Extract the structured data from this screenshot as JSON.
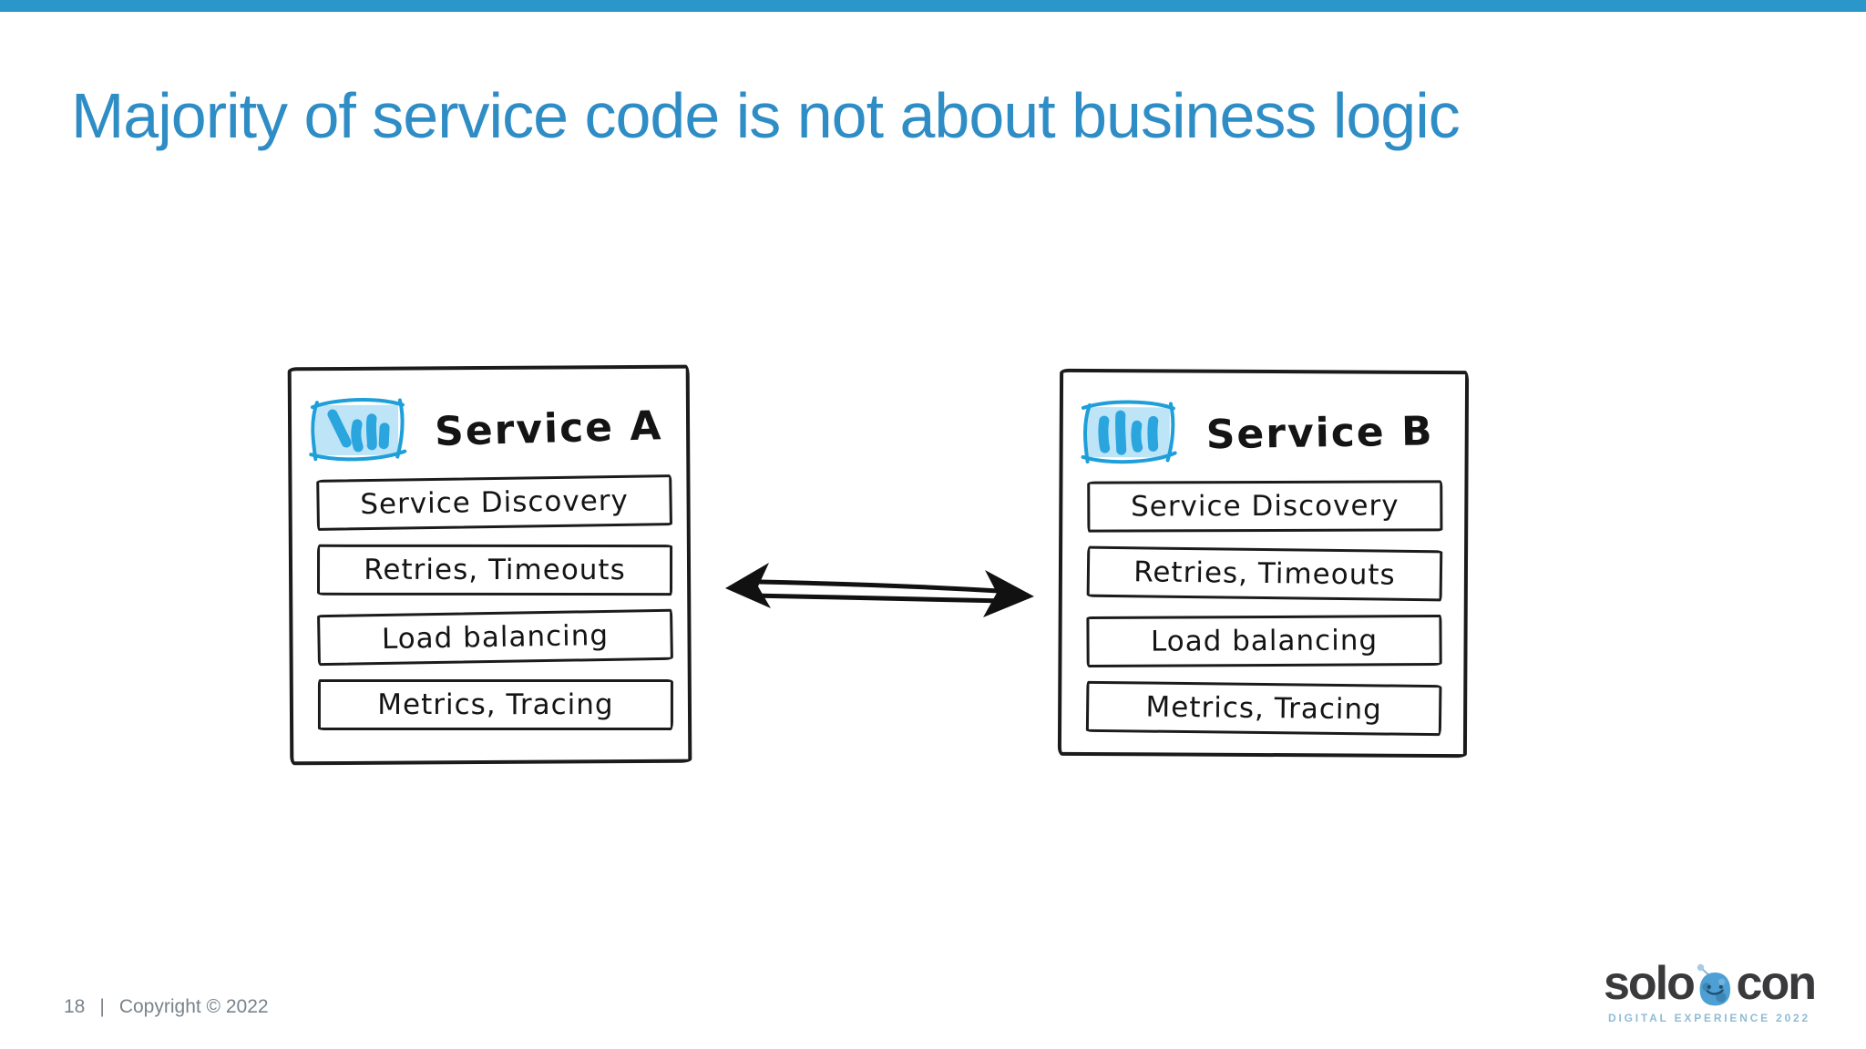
{
  "slide": {
    "title": "Majority of service code is not about business logic",
    "page_number": "18",
    "separator": "|",
    "copyright": "Copyright © 2022"
  },
  "diagram": {
    "connector": "bidirectional-arrow",
    "services": [
      {
        "name": "Service A",
        "icon": "users-sketch-icon",
        "items": [
          "Service Discovery",
          "Retries, Timeouts",
          "Load balancing",
          "Metrics, Tracing"
        ]
      },
      {
        "name": "Service B",
        "icon": "users-sketch-icon",
        "items": [
          "Service Discovery",
          "Retries, Timeouts",
          "Load balancing",
          "Metrics, Tracing"
        ]
      }
    ]
  },
  "logo": {
    "left": "solo",
    "right": "con",
    "tagline": "DIGITAL EXPERIENCE 2022",
    "mascot": "blue-blob-mascot"
  },
  "colors": {
    "accent_bar": "#2B96CA",
    "title_text": "#2F8DC6",
    "sketch_ink": "#1B1B1B",
    "icon_fill": "#BDE4F7",
    "icon_scribble": "#2BA5DE",
    "icon_stroke": "#1E9FD9",
    "footer_text": "#7A828B",
    "logo_text": "#3A3A3C",
    "logo_tagline": "#8FBCD6",
    "mascot_body": "#4D9FD4"
  }
}
